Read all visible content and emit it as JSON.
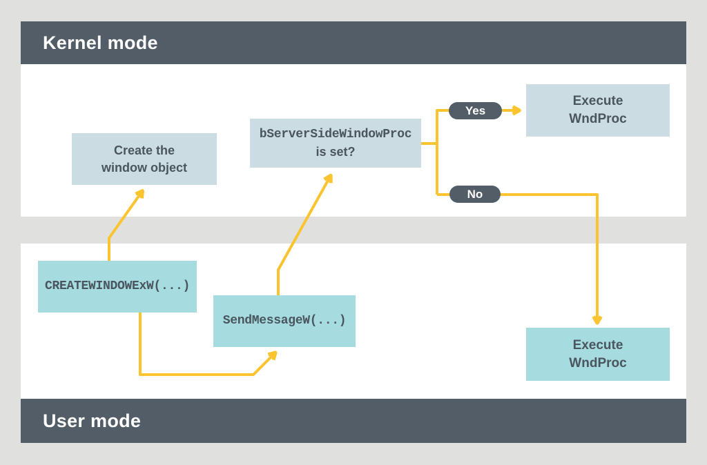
{
  "diagram": {
    "title_bands": {
      "kernel": "Kernel mode",
      "user": "User mode"
    },
    "nodes": {
      "create_window": {
        "line1": "Create the",
        "line2": "window object"
      },
      "bserverside_check": {
        "code": "bServerSideWindowProc",
        "question": "is set?"
      },
      "execute_wndproc_kernel": {
        "line1": "Execute",
        "line2": "WndProc"
      },
      "createwindowexw_call": {
        "code": "CREATEWINDOWExW(...)"
      },
      "sendmessagew_call": {
        "code": "SendMessageW(...)"
      },
      "execute_wndproc_user": {
        "line1": "Execute",
        "line2": "WndProc"
      }
    },
    "branch_labels": {
      "yes": "Yes",
      "no": "No"
    },
    "colors": {
      "background": "#e0e1de",
      "band_slate": "#525d67",
      "region_white": "#ffffff",
      "kernel_node_fill": "#ccdce3",
      "user_node_fill": "#a6dce0",
      "arrow_yellow": "#fac431",
      "node_text": "#4a555e",
      "band_text": "#ffffff"
    }
  }
}
